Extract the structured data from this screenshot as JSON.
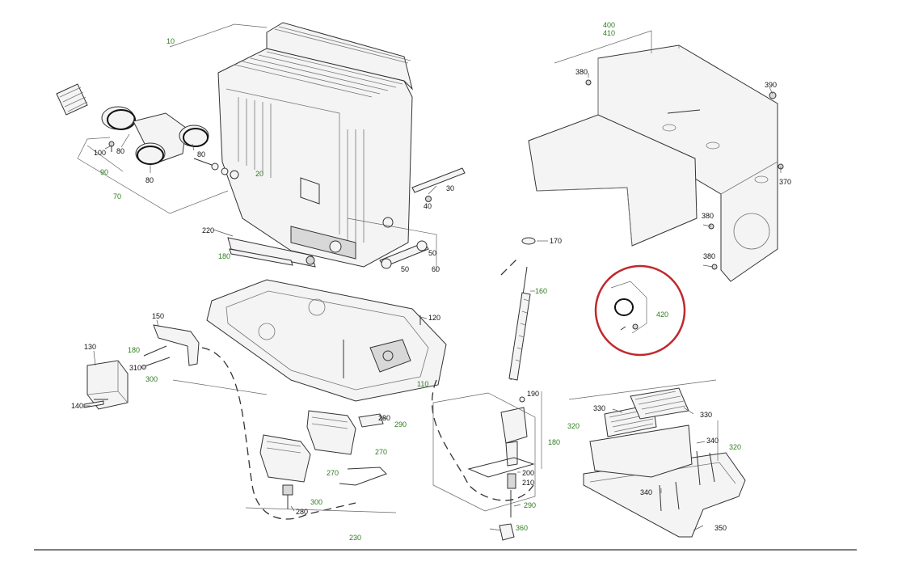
{
  "diagram": {
    "highlight_color": "#c0282d",
    "label_colors": {
      "black": "#111111",
      "green": "#2e7d1e"
    },
    "labels": [
      {
        "id": "l10",
        "text": "10",
        "color": "green"
      },
      {
        "id": "l100",
        "text": "100",
        "color": "black"
      },
      {
        "id": "l80a",
        "text": "80",
        "color": "black"
      },
      {
        "id": "l80b",
        "text": "80",
        "color": "black"
      },
      {
        "id": "l80c",
        "text": "80",
        "color": "black"
      },
      {
        "id": "l90",
        "text": "90",
        "color": "green"
      },
      {
        "id": "l70",
        "text": "70",
        "color": "green"
      },
      {
        "id": "l20",
        "text": "20",
        "color": "green"
      },
      {
        "id": "l30",
        "text": "30",
        "color": "black"
      },
      {
        "id": "l40",
        "text": "40",
        "color": "black"
      },
      {
        "id": "l50a",
        "text": "50",
        "color": "black"
      },
      {
        "id": "l50b",
        "text": "50",
        "color": "black"
      },
      {
        "id": "l60",
        "text": "60",
        "color": "black"
      },
      {
        "id": "l220",
        "text": "220",
        "color": "black"
      },
      {
        "id": "l180a",
        "text": "180",
        "color": "green"
      },
      {
        "id": "l400",
        "text": "400",
        "color": "green"
      },
      {
        "id": "l410",
        "text": "410",
        "color": "green"
      },
      {
        "id": "l380a",
        "text": "380",
        "color": "black"
      },
      {
        "id": "l390",
        "text": "390",
        "color": "black"
      },
      {
        "id": "l370",
        "text": "370",
        "color": "black"
      },
      {
        "id": "l380b",
        "text": "380",
        "color": "black"
      },
      {
        "id": "l380c",
        "text": "380",
        "color": "black"
      },
      {
        "id": "l170",
        "text": "170",
        "color": "black"
      },
      {
        "id": "l160",
        "text": "160",
        "color": "green"
      },
      {
        "id": "l420",
        "text": "420",
        "color": "green"
      },
      {
        "id": "l150",
        "text": "150",
        "color": "black"
      },
      {
        "id": "l120",
        "text": "120",
        "color": "black"
      },
      {
        "id": "l130",
        "text": "130",
        "color": "black"
      },
      {
        "id": "l180b",
        "text": "180",
        "color": "green"
      },
      {
        "id": "l310",
        "text": "310",
        "color": "black"
      },
      {
        "id": "l300a",
        "text": "300",
        "color": "green"
      },
      {
        "id": "l140",
        "text": "140",
        "color": "black"
      },
      {
        "id": "l110",
        "text": "110",
        "color": "green"
      },
      {
        "id": "l190",
        "text": "190",
        "color": "black"
      },
      {
        "id": "l180c",
        "text": "180",
        "color": "green"
      },
      {
        "id": "l280a",
        "text": "280",
        "color": "black"
      },
      {
        "id": "l290a",
        "text": "290",
        "color": "green"
      },
      {
        "id": "l270a",
        "text": "270",
        "color": "green"
      },
      {
        "id": "l270b",
        "text": "270",
        "color": "green"
      },
      {
        "id": "l200",
        "text": "200",
        "color": "black"
      },
      {
        "id": "l210",
        "text": "210",
        "color": "black"
      },
      {
        "id": "l290b",
        "text": "290",
        "color": "green"
      },
      {
        "id": "l360",
        "text": "360",
        "color": "green"
      },
      {
        "id": "l300b",
        "text": "300",
        "color": "green"
      },
      {
        "id": "l280b",
        "text": "280",
        "color": "black"
      },
      {
        "id": "l230",
        "text": "230",
        "color": "green"
      },
      {
        "id": "l330a",
        "text": "330",
        "color": "black"
      },
      {
        "id": "l330b",
        "text": "330",
        "color": "black"
      },
      {
        "id": "l320a",
        "text": "320",
        "color": "green"
      },
      {
        "id": "l340a",
        "text": "340",
        "color": "black"
      },
      {
        "id": "l320b",
        "text": "320",
        "color": "green"
      },
      {
        "id": "l340b",
        "text": "340",
        "color": "black"
      },
      {
        "id": "l350",
        "text": "350",
        "color": "black"
      }
    ]
  }
}
